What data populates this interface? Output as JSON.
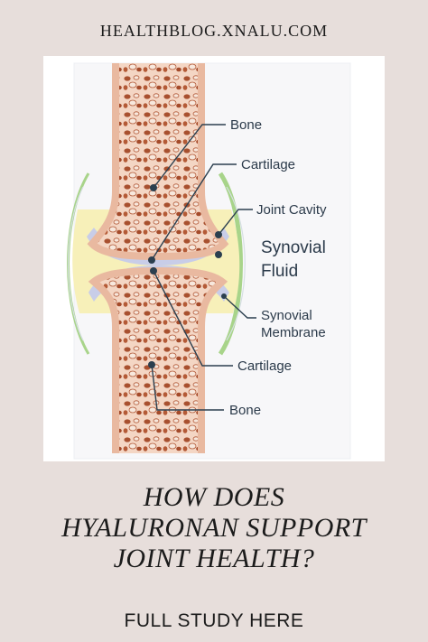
{
  "site": {
    "domain": "HEALTHBLOG.XNALU.COM"
  },
  "diagram": {
    "labels": {
      "bone_top": "Bone",
      "cartilage_top": "Cartilage",
      "joint_cavity": "Joint Cavity",
      "synovial_fluid_line1": "Synovial",
      "synovial_fluid_line2": "Fluid",
      "synovial_membrane_line1": "Synovial",
      "synovial_membrane_line2": "Membrane",
      "cartilage_bottom": "Cartilage",
      "bone_bottom": "Bone"
    },
    "colors": {
      "bone": "#f2cdb8",
      "bone_pore": "#a24a2c",
      "cartilage": "#c8cde8",
      "synovial_fluid": "#f7f0b9",
      "synovial_membrane": "#a8d48a",
      "leader": "#2b3f4f"
    }
  },
  "headline": {
    "line1": "HOW DOES",
    "line2": "HYALURONAN SUPPORT",
    "line3": "JOINT HEALTH?"
  },
  "cta": {
    "label": "FULL STUDY HERE"
  }
}
